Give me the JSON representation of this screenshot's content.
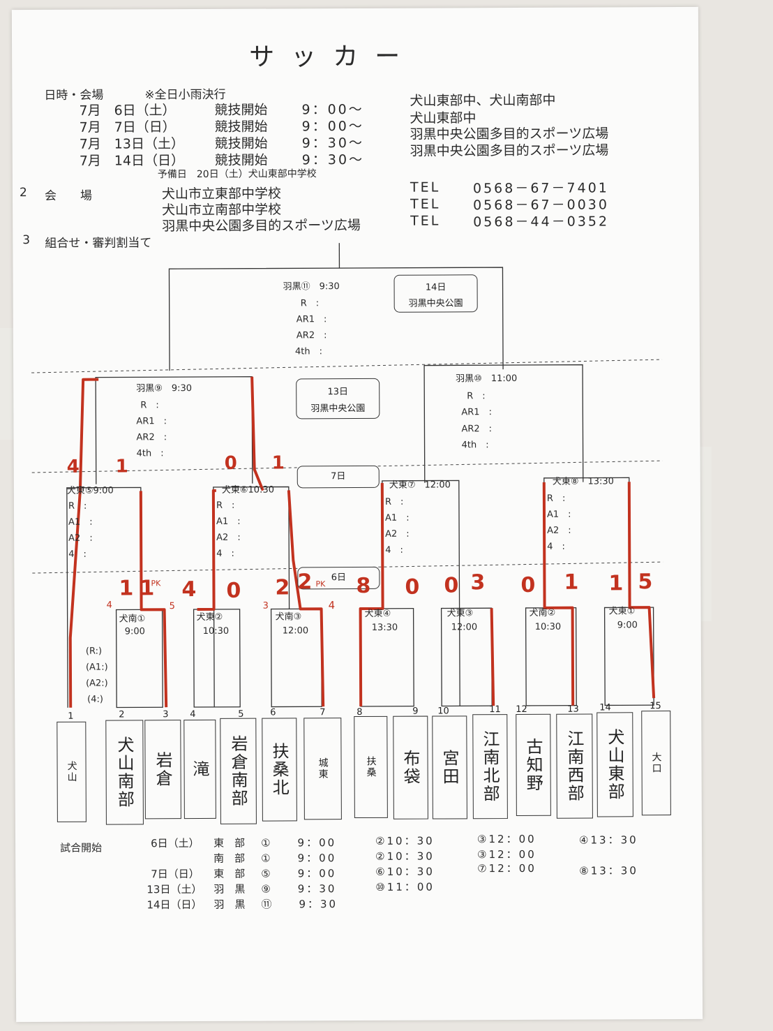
{
  "title": "サッカー",
  "header": {
    "item1_label": "日時・会場",
    "rain_note": "※全日小雨決行",
    "dates": [
      {
        "date": "7月　6日（土）",
        "start": "競技開始",
        "time": "9：00～",
        "venue": "犬山東部中、犬山南部中"
      },
      {
        "date": "7月　7日（日）",
        "start": "競技開始",
        "time": "9：00～",
        "venue": "犬山東部中"
      },
      {
        "date": "7月　13日（土）",
        "start": "競技開始",
        "time": "9：30～",
        "venue": "羽黒中央公園多目的スポーツ広場"
      },
      {
        "date": "7月　14日（日）",
        "start": "競技開始",
        "time": "9：30～",
        "venue": "羽黒中央公園多目的スポーツ広場"
      }
    ],
    "reserve_day": "予備日　20日（土）犬山東部中学校",
    "item2_num": "2",
    "item2_label": "会　　場",
    "venues": [
      {
        "name": "犬山市立東部中学校",
        "tel_label": "TEL",
        "tel": "0568－67－7401"
      },
      {
        "name": "犬山市立南部中学校",
        "tel_label": "TEL",
        "tel": "0568－67－0030"
      },
      {
        "name": "羽黒中央公園多目的スポーツ広場",
        "tel_label": "TEL",
        "tel": "0568－44－0352"
      }
    ],
    "item3_num": "3",
    "item3_label": "組合せ・審判割当て"
  },
  "bracket": {
    "final": {
      "match": "羽黒⑪　9:30",
      "roles": [
        "R　:",
        "AR1　:",
        "AR2　:",
        "4th　:"
      ],
      "date_box": "14日",
      "venue_box": "羽黒中央公園"
    },
    "semi_left": {
      "match": "羽黒⑨　9:30",
      "roles": [
        "R　:",
        "AR1　:",
        "AR2　:",
        "4th　:"
      ]
    },
    "semi_right": {
      "match": "羽黒⑩　11:00",
      "roles": [
        "R　:",
        "AR1　:",
        "AR2　:",
        "4th　:"
      ]
    },
    "day13_box": {
      "date": "13日",
      "venue": "羽黒中央公園"
    },
    "day7_box": "7日",
    "day6_box": "6日",
    "qf": [
      {
        "match": "犬東⑤9:00",
        "roles": [
          "R　:",
          "A1　:",
          "A2　:",
          "4　:"
        ]
      },
      {
        "match": "犬東⑥10:30",
        "roles": [
          "R　:",
          "A1　:",
          "A2　:",
          "4　:"
        ]
      },
      {
        "match": "犬東⑦　12:00",
        "roles": [
          "R　:",
          "A1　:",
          "A2　:",
          "4　:"
        ]
      },
      {
        "match": "犬東⑧　13:30",
        "roles": [
          "R　:",
          "A1　:",
          "A2　:",
          "4　:"
        ]
      }
    ],
    "r1": [
      {
        "match": "犬南①",
        "time": "9:00"
      },
      {
        "match": "犬東②",
        "time": "10:30"
      },
      {
        "match": "犬南③",
        "time": "12:00"
      },
      {
        "match": "犬東④",
        "time": "13:30"
      },
      {
        "match": "犬東③",
        "time": "12:00"
      },
      {
        "match": "犬南②",
        "time": "10:30"
      },
      {
        "match": "犬東①",
        "time": "9:00"
      }
    ],
    "r1_refs": [
      "(R:)",
      "(A1:)",
      "(A2:)",
      "(4:)"
    ],
    "slots": [
      "1",
      "2",
      "3",
      "4",
      "5",
      "6",
      "7",
      "8",
      "9",
      "10",
      "11",
      "12",
      "13",
      "14",
      "15"
    ],
    "teams": [
      "犬山",
      "犬山南部",
      "岩倉",
      "滝",
      "岩倉南部",
      "扶桑北",
      "城東",
      "扶桑",
      "布袋",
      "宮田",
      "江南北部",
      "古知野",
      "江南西部",
      "犬山東部",
      "大口"
    ],
    "scores_r1": [
      "1",
      "1",
      "PK",
      "4",
      "0",
      "2",
      "2",
      "PK",
      "8",
      "0",
      "0",
      "3",
      "0",
      "1",
      "1",
      "5"
    ],
    "pk_small": [
      "4",
      "5",
      "3",
      "4"
    ],
    "scores_qf": [
      "4",
      "1",
      "0",
      "1"
    ]
  },
  "schedule": {
    "label": "試合開始",
    "rows": [
      {
        "day": "6日（土）",
        "venue": "東　部",
        "c1": "①　　9：00",
        "c2": "②10：30",
        "c3": "③12：00",
        "c4": "④13：30"
      },
      {
        "day": "",
        "venue": "南　部",
        "c1": "①　　9：00",
        "c2": "②10：30",
        "c3": "③12：00",
        "c4": ""
      },
      {
        "day": "7日（日）",
        "venue": "東　部",
        "c1": "⑤　　9：00",
        "c2": "⑥10：30",
        "c3": "⑦12：00",
        "c4": "⑧13：30"
      },
      {
        "day": "13日（土）",
        "venue": "羽　黒",
        "c1": "⑨　　9：30",
        "c2": "⑩11：00",
        "c3": "",
        "c4": ""
      },
      {
        "day": "14日（日）",
        "venue": "羽　黒",
        "c1": "⑪　　9：30",
        "c2": "",
        "c3": "",
        "c4": ""
      }
    ]
  },
  "colors": {
    "paper": "#fbfbfa",
    "ink": "#2a2a2a",
    "red_marker": "#c2321f"
  }
}
